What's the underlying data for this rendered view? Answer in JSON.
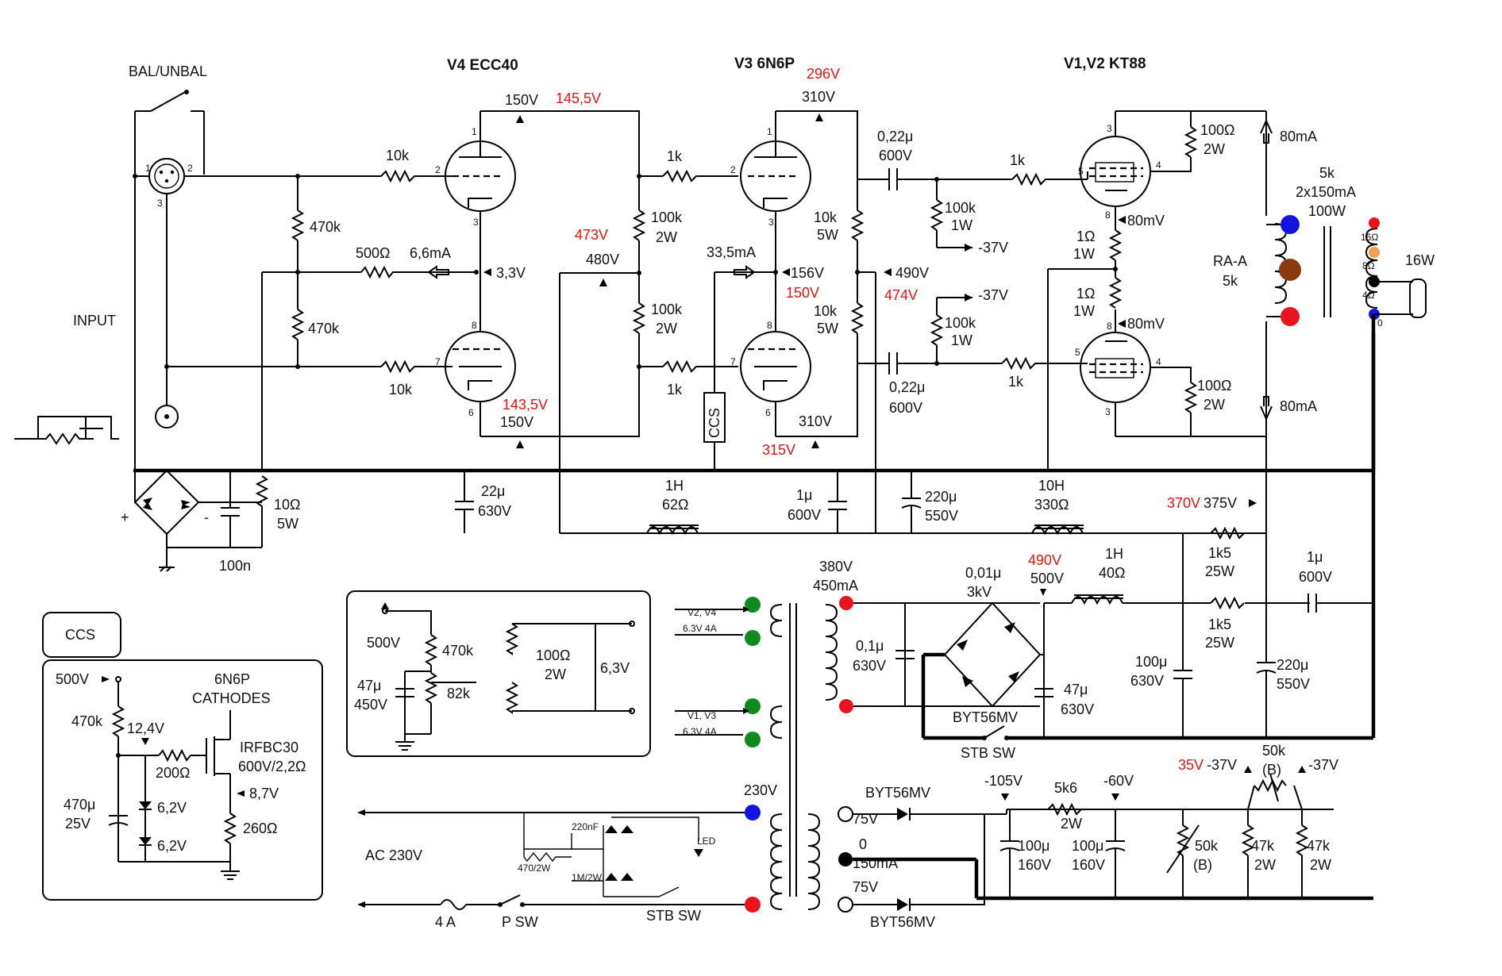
{
  "tubes": {
    "v4": {
      "name": "V4",
      "type": "ECC40"
    },
    "v3": {
      "name": "V3",
      "type": "6N6P"
    },
    "v12": {
      "name": "V1,V2",
      "type": "KT88"
    }
  },
  "labels": {
    "bal_unbal": "BAL/UNBAL",
    "input": "INPUT",
    "ccs_block": "CCS",
    "ccs_title": "CCS",
    "cathodes_line1": "6N6P",
    "cathodes_line2": "CATHODES",
    "mosfet": "IRFBC30",
    "mosfet_rating": "600V/2,2Ω",
    "ac230": "AC 230V",
    "fuse": "4 A",
    "psw": "P SW",
    "stbsw_bottom": "STB SW",
    "stbsw_mid": "STB SW",
    "byt_bridge": "BYT56MV",
    "byt_top": "BYT56MV",
    "byt_bottom": "BYT56MV",
    "sec1_line1": "V2, V4",
    "sec1_line2": "6.3V 4A",
    "sec2_line1": "V1, V3",
    "sec2_line2": "6.3V 4A",
    "heater_6v3": "6,3V",
    "led": "LED",
    "ra_a": "RA-A",
    "ra_a_value": "5k",
    "ot_5k": "5k",
    "ot_current": "2x150mA",
    "ot_power": "100W",
    "tap16": "16Ω",
    "tap8": "8Ω",
    "tap4": "4Ω",
    "tap0": "0",
    "out16w": "16W",
    "mA80_top": "80mA",
    "mA80_bottom": "80mA",
    "mv80_top": "80mV",
    "mv80_bottom": "80mV",
    "v380": "380V",
    "ma450": "450mA",
    "v230": "230V",
    "v75_top": "75V",
    "v75_bottom": "75V",
    "v0": "0",
    "ma150": "150mA"
  },
  "components": {
    "r10k_top": "10k",
    "r10k_bot": "10k",
    "r470k_1": "470k",
    "r470k_2": "470k",
    "r500": "500Ω",
    "i66": "6,6mA",
    "v33": "3,3V",
    "r1k_a": "1k",
    "r1k_b": "1k",
    "r100k_a": "100k",
    "r100k_a_w": "2W",
    "r100k_b": "100k",
    "r100k_b_w": "2W",
    "i335": "33,5mA",
    "r10k5_a": "10k",
    "r10k5_a_w": "5W",
    "r10k5_b": "10k",
    "r10k5_b_w": "5W",
    "c022_a": "0,22μ",
    "c022_a_v": "600V",
    "c022_b": "0,22μ",
    "c022_b_v": "600V",
    "r1k_c": "1k",
    "r1k_d": "1k",
    "r100k1w_a": "100k",
    "r100k1w_a_w": "1W",
    "r100k1w_b": "100k",
    "r100k1w_b_w": "1W",
    "neg37_a": "-37V",
    "neg37_b": "-37V",
    "r100_a": "100Ω",
    "r100_a_w": "2W",
    "r100_b": "100Ω",
    "r100_b_w": "2W",
    "r1_a": "1Ω",
    "r1_a_w": "1W",
    "r1_b": "1Ω",
    "r1_b_w": "1W",
    "r10_5w": "10Ω",
    "r10_5w_w": "5W",
    "c100n": "100n",
    "c22": "22μ",
    "c22_v": "630V",
    "l1h": "1H",
    "l1h_r": "62Ω",
    "c1": "1μ",
    "c1_v": "600V",
    "c220a": "220μ",
    "c220a_v": "550V",
    "l10h": "10H",
    "l10h_r": "330Ω",
    "r1k5_a": "1k5",
    "r1k5_a_w": "25W",
    "c001": "0,01μ",
    "c001_v": "3kV",
    "l1h40": "1H",
    "l1h40_r": "40Ω",
    "r1k5_b": "1k5",
    "r1k5_b_w": "25W",
    "c1b": "1μ",
    "c1b_v": "600V",
    "c01": "0,1μ",
    "c01_v": "630V",
    "c47": "47μ",
    "c47_v": "630V",
    "c100": "100μ",
    "c100_v": "630V",
    "c220b": "220μ",
    "c220b_v": "550V",
    "ccs_500v": "500V",
    "ccs_470k": "470k",
    "ccs_124": "12,4V",
    "ccs_200": "200Ω",
    "ccs_87": "8,7V",
    "ccs_cap": "470μ",
    "ccs_cap_v": "25V",
    "ccs_62a": "6,2V",
    "ccs_62b": "6,2V",
    "ccs_260": "260Ω",
    "h_500v": "500V",
    "h_470k": "470k",
    "h_82k": "82k",
    "h_cap": "47μ",
    "h_cap_v": "450V",
    "h_100": "100Ω",
    "h_100_w": "2W",
    "r5k6": "5k6",
    "r5k6_w": "2W",
    "r50k": "50k",
    "r50k_b": "(B)",
    "r50k_2": "50k",
    "r50k_2_b": "(B)",
    "r47k_a": "47k",
    "r47k_a_w": "2W",
    "r47k_b": "47k",
    "r47k_b_w": "2W",
    "c100_160a": "100μ",
    "c100_160a_v": "160V",
    "c100_160b": "100μ",
    "c100_160b_v": "160V",
    "r470_2w": "470/2W",
    "c220nf": "220nF",
    "r1m_2w": "1M/2W"
  },
  "voltages": {
    "v150_top": "150V",
    "v145_5": "145,5V",
    "v150_bot": "150V",
    "v143_5": "143,5V",
    "v473": "473V",
    "v480": "480V",
    "v296": "296V",
    "v310_top": "310V",
    "v156": "156V",
    "v150r": "150V",
    "v310_bot": "310V",
    "v315": "315V",
    "v490": "490V",
    "v474": "474V",
    "v370": "370V",
    "v375": "375V",
    "v490r": "490V",
    "v500": "500V",
    "neg105": "-105V",
    "neg60": "-60V",
    "v35": "35V",
    "neg37_c": "-37V",
    "neg37_d": "-37V"
  },
  "colors": {
    "red_value": "#e01414",
    "tap_red": "#e8141e",
    "tap_blue": "#1414e0",
    "tap_brown": "#8b3a0e",
    "tap_orange": "#f0a050",
    "sec_green": "#0e8a1e"
  }
}
